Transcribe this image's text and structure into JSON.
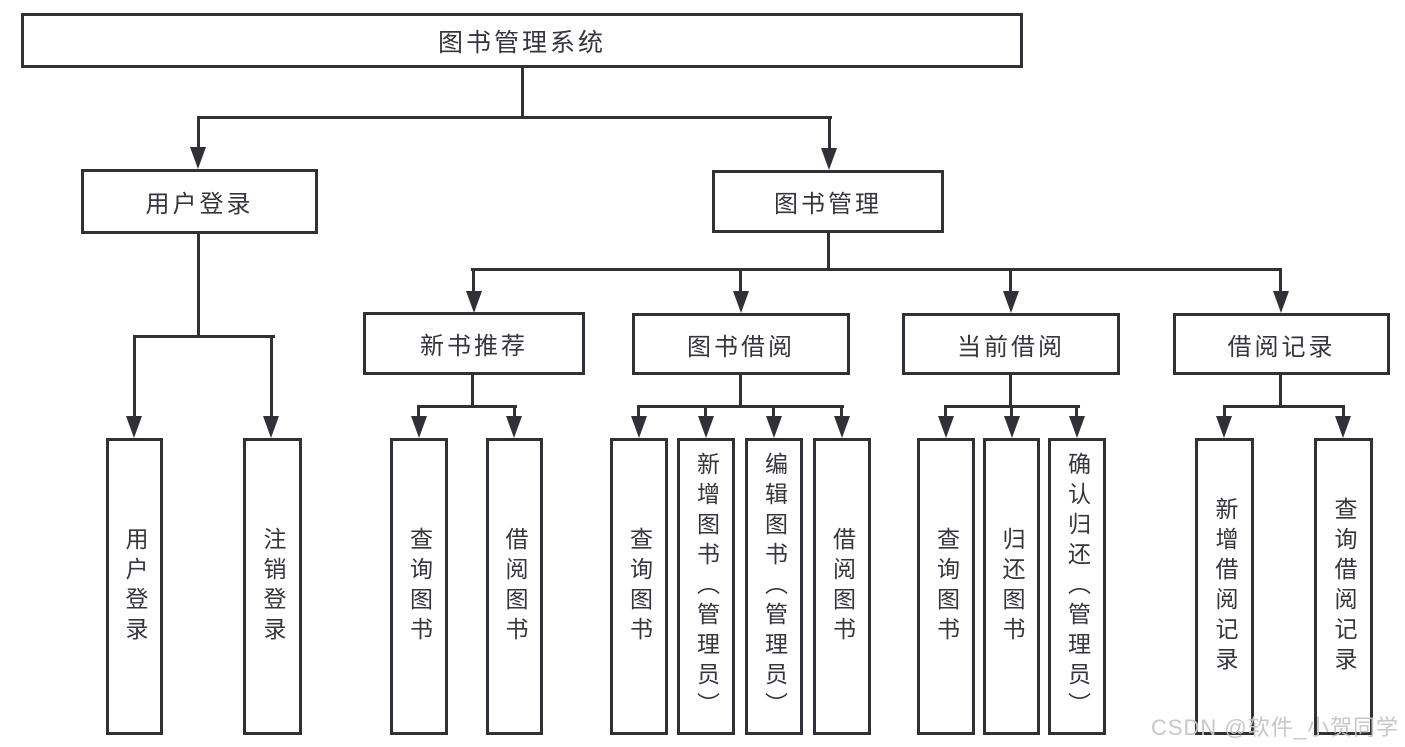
{
  "diagram": {
    "root": {
      "label": "图书管理系统"
    },
    "level2": [
      {
        "label": "用户登录"
      },
      {
        "label": "图书管理"
      }
    ],
    "level3": [
      {
        "label": "新书推荐",
        "parent": "图书管理"
      },
      {
        "label": "图书借阅",
        "parent": "图书管理"
      },
      {
        "label": "当前借阅",
        "parent": "图书管理"
      },
      {
        "label": "借阅记录",
        "parent": "图书管理"
      }
    ],
    "leaves": [
      {
        "label": "用户登录",
        "parent": "用户登录"
      },
      {
        "label": "注销登录",
        "parent": "用户登录"
      },
      {
        "label": "查询图书",
        "parent": "新书推荐"
      },
      {
        "label": "借阅图书",
        "parent": "新书推荐"
      },
      {
        "label": "查询图书",
        "parent": "图书借阅"
      },
      {
        "label": "新增图书（管理员）",
        "parent": "图书借阅"
      },
      {
        "label": "编辑图书（管理员）",
        "parent": "图书借阅"
      },
      {
        "label": "借阅图书",
        "parent": "图书借阅"
      },
      {
        "label": "查询图书",
        "parent": "当前借阅"
      },
      {
        "label": "归还图书",
        "parent": "当前借阅"
      },
      {
        "label": "确认归还（管理员）",
        "parent": "当前借阅"
      },
      {
        "label": "新增借阅记录",
        "parent": "借阅记录"
      },
      {
        "label": "查询借阅记录",
        "parent": "借阅记录"
      }
    ]
  },
  "watermark": {
    "text": "CSDN @软件_小贺同学"
  },
  "colors": {
    "line": "#303036",
    "text": "#35353d",
    "background": "#ffffff",
    "watermark": "#c4c4c4"
  }
}
